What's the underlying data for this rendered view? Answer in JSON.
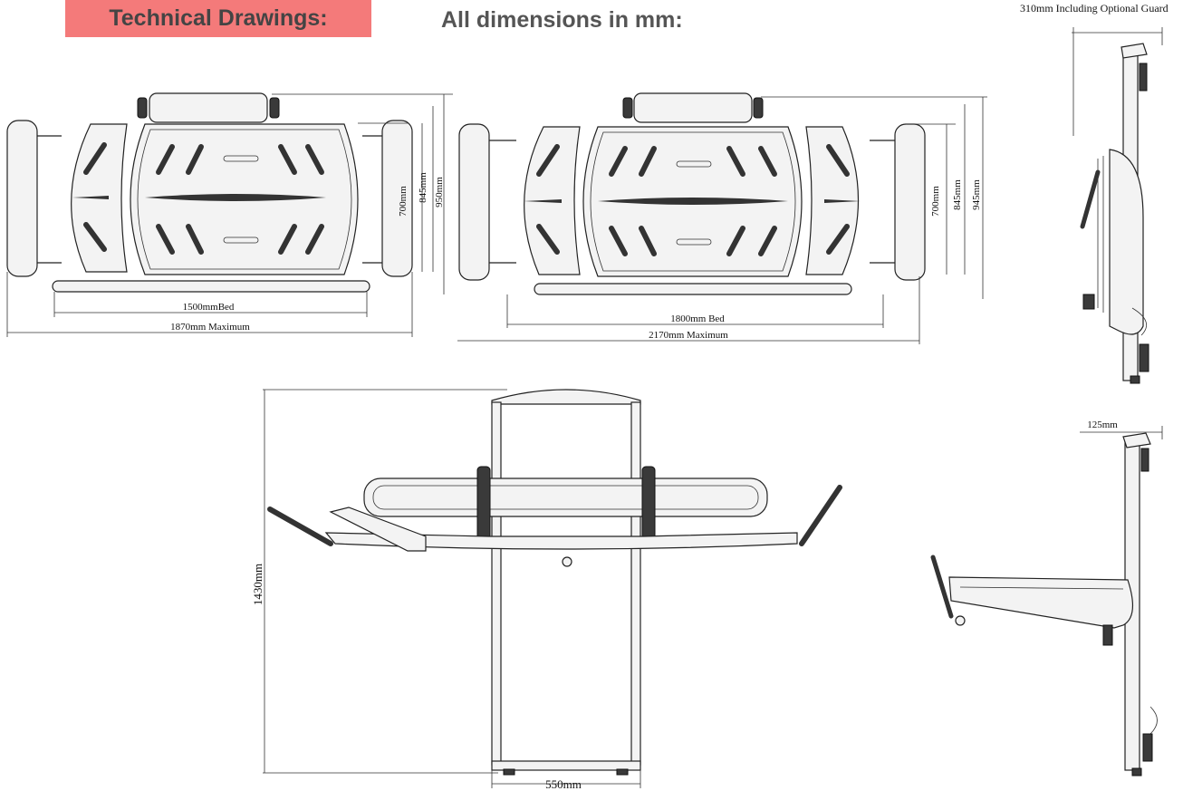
{
  "header": {
    "title": "Technical Drawings:",
    "subtitle": "All dimensions in mm:",
    "title_bg": "#f47a7a"
  },
  "side_view_top": {
    "guard_label": "310mm Including Optional Guard"
  },
  "plan_1500": {
    "height_inner": "700mm",
    "height_mid": "845mm",
    "height_outer": "950mm",
    "bed_length": "1500mmBed",
    "max_length": "1870mm Maximum"
  },
  "plan_1800": {
    "height_inner": "700mm",
    "height_mid": "845mm",
    "height_outer": "945mm",
    "bed_length": "1800mm Bed",
    "max_length": "2170mm Maximum"
  },
  "front_view": {
    "height": "1430mm",
    "width": "550mm"
  },
  "side_view_folded": {
    "depth": "125mm"
  }
}
